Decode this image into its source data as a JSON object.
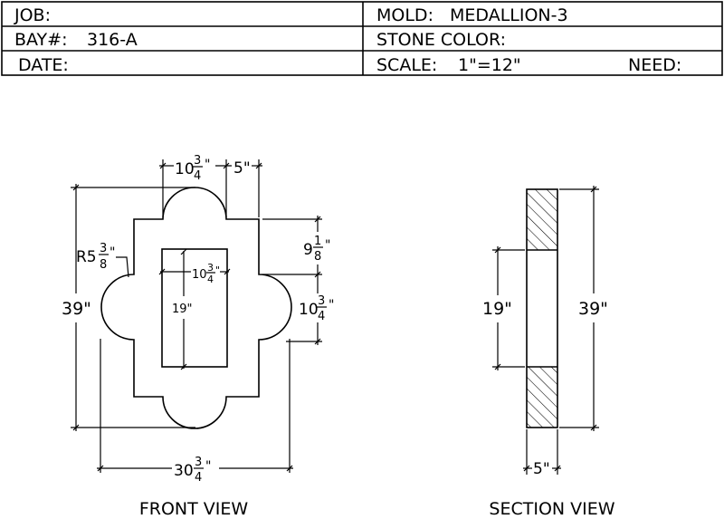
{
  "title_block": {
    "job_label": "JOB:",
    "mold_label": "MOLD:",
    "mold_value": "MEDALLION-3",
    "bay_label": "BAY#:",
    "bay_value": "316-A",
    "stone_color_label": "STONE COLOR:",
    "date_label": "DATE:",
    "scale_label": "SCALE:",
    "scale_value": "1\"=12\"",
    "need_label": "NEED:"
  },
  "front_view": {
    "caption": "FRONT VIEW",
    "dims": {
      "top_lobe_width": {
        "whole": "10",
        "num": "3",
        "den": "4",
        "unit": "\""
      },
      "top_offset": "5\"",
      "right_upper": {
        "whole": "9",
        "num": "1",
        "den": "8",
        "unit": "\""
      },
      "right_lower": {
        "whole": "10",
        "num": "3",
        "den": "4",
        "unit": "\""
      },
      "radius": {
        "whole": "R5",
        "num": "3",
        "den": "8",
        "unit": "\""
      },
      "overall_height": "39\"",
      "inner_height": "19\"",
      "inner_width": {
        "whole": "10",
        "num": "3",
        "den": "4",
        "unit": "\""
      },
      "overall_width": {
        "whole": "30",
        "num": "3",
        "den": "4",
        "unit": "\""
      }
    }
  },
  "section_view": {
    "caption": "SECTION VIEW",
    "dims": {
      "inner_height": "19\"",
      "overall_height": "39\"",
      "thickness": "5\""
    }
  }
}
